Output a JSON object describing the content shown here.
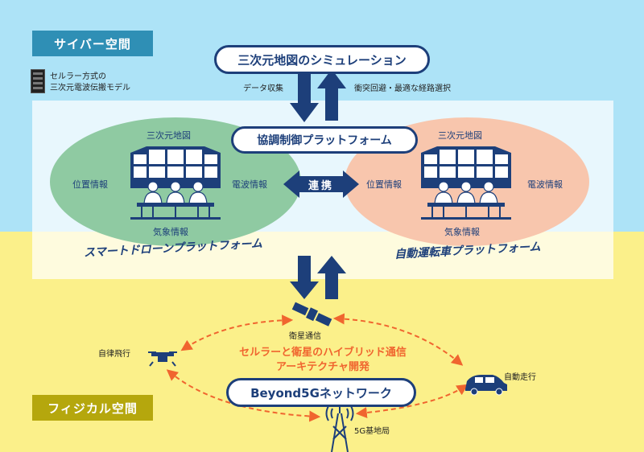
{
  "zones": {
    "cyber": "サイバー空間",
    "physical": "フィジカル空間"
  },
  "model_note": [
    "セルラー方式の",
    "三次元電波伝搬モデル"
  ],
  "simulation": "三次元地図のシミュレーション",
  "arrows": {
    "data_collection": "データ収集",
    "collision_avoidance": "衝突回避・最適な経路選択"
  },
  "coordination": "協調制御プラットフォーム",
  "link": "連携",
  "drone_platform": {
    "top": "三次元地図",
    "left": "位置情報",
    "right": "電波情報",
    "bottom": "気象情報",
    "name": "スマートドローンプラットフォーム"
  },
  "car_platform": {
    "top": "三次元地図",
    "left": "位置情報",
    "right": "電波情報",
    "bottom": "気象情報",
    "name": "自動運転車プラットフォーム"
  },
  "physical_nodes": {
    "satellite": "衛星通信",
    "drone": "自律飛行",
    "car": "自動走行",
    "base_station": "5G基地局"
  },
  "architecture": [
    "セルラーと衛星のハイブリッド通信",
    "アーキテクチャ開発"
  ],
  "network": "Beyond5Gネットワーク",
  "colors": {
    "navy": "#1d3f7a",
    "cyber_bg": "#ade3f7",
    "physical_bg": "#fbf08a",
    "drone_ellipse": "#8fcaa2",
    "car_ellipse": "#f8c6ad",
    "orange": "#f0652f"
  }
}
